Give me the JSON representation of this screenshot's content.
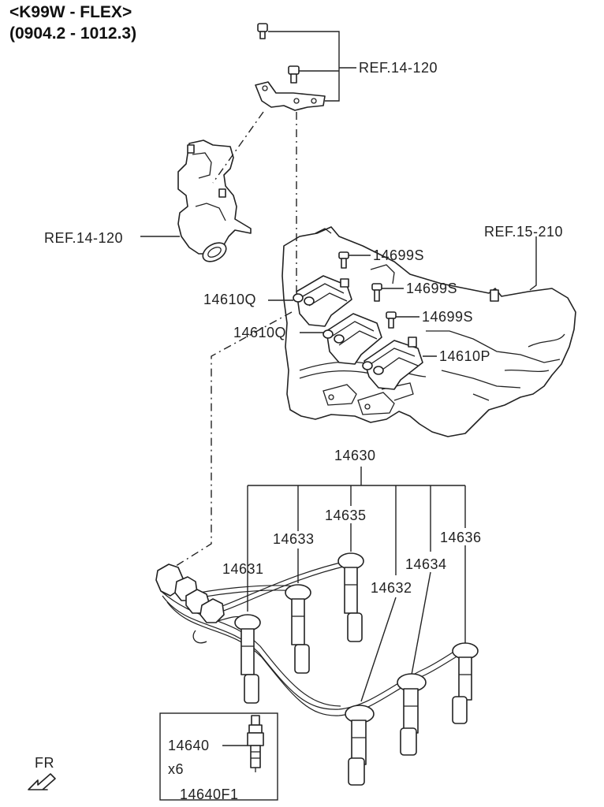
{
  "header": {
    "model": "<K99W - FLEX>",
    "period": "(0904.2 - 1012.3)"
  },
  "labels": {
    "ref_14_120_top": "REF.14-120",
    "ref_14_120_left": "REF.14-120",
    "ref_15_210": "REF.15-210",
    "bolt_a": "14699S",
    "bolt_b": "14699S",
    "bolt_c": "14699S",
    "coil_q1": "14610Q",
    "coil_q2": "14610Q",
    "coil_p": "14610P",
    "cable_set": "14630",
    "cable_1": "14631",
    "cable_2": "14632",
    "cable_3": "14633",
    "cable_4": "14634",
    "cable_5": "14635",
    "cable_6": "14636",
    "spark_plug": "14640",
    "spark_plug_qty": "x6",
    "spark_plug_set": "14640F1",
    "front": "FR"
  }
}
